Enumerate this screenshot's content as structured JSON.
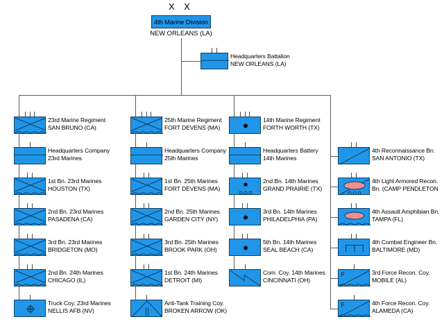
{
  "meta": {
    "title": "4th Marine Division organizational chart",
    "colors": {
      "symbol_fill": "#2196e8",
      "symbol_stroke": "#0d3f63",
      "connector": "#5a5a5a",
      "amphib_vehicle": "#ef8f8f",
      "background": "#ffffff",
      "text": "#000000"
    }
  },
  "root": {
    "echelon_tag": "X X",
    "name": "4th Marine Division",
    "location": "NEW ORLEANS (LA)",
    "symbol": "headquarters-box"
  },
  "hq_battalion": {
    "name": "Headquarters Battalion",
    "location": "NEW ORLEANS (LA)",
    "symbol": "headquarters-battalion-icon",
    "echelon_ticks": 2
  },
  "columns": [
    {
      "id": "col-23rd-marines",
      "header": {
        "name": "23rd Marine Regiment",
        "location": "SAN BRUNO (CA)",
        "symbol": "infantry-amphibious-icon",
        "echelon_ticks": 3
      },
      "units": [
        {
          "name": "Headquarters Company",
          "location": "23rd Marines",
          "symbol": "headquarters-company-icon",
          "echelon_ticks": 1
        },
        {
          "name": "1st Bn. 23rd Marines",
          "location": "HOUSTON (TX)",
          "symbol": "infantry-amphibious-icon",
          "echelon_ticks": 2
        },
        {
          "name": "2nd Bn. 23rd Marines",
          "location": "PASADENA (CA)",
          "symbol": "infantry-amphibious-icon",
          "echelon_ticks": 2
        },
        {
          "name": "3rd Bn. 23rd Marines",
          "location": "BRIDGETON (MO)",
          "symbol": "infantry-amphibious-icon",
          "echelon_ticks": 2
        },
        {
          "name": "2nd Bn. 24th Marines",
          "location": "CHICAGO (IL)",
          "symbol": "infantry-amphibious-icon",
          "echelon_ticks": 2
        },
        {
          "name": "Truck Coy. 23rd Marines",
          "location": "NELLIS AFB (NV)",
          "symbol": "transport-wheel-icon",
          "echelon_ticks": 1
        }
      ]
    },
    {
      "id": "col-25th-marines",
      "header": {
        "name": "25th Marine Regiment",
        "location": "FORT DEVENS (MA)",
        "symbol": "infantry-amphibious-icon",
        "echelon_ticks": 3
      },
      "units": [
        {
          "name": "Headquarters Company",
          "location": "25th Marines",
          "symbol": "headquarters-company-icon",
          "echelon_ticks": 1
        },
        {
          "name": "1st Bn. 25th Marines",
          "location": "FORT DEVENS (MA)",
          "symbol": "infantry-amphibious-icon",
          "echelon_ticks": 2
        },
        {
          "name": "2nd Bn. 25th Marines",
          "location": "GARDEN CITY (NY)",
          "symbol": "infantry-amphibious-icon",
          "echelon_ticks": 2
        },
        {
          "name": "3rd Bn. 25th Marines",
          "location": "BROOK PARK (OH)",
          "symbol": "infantry-amphibious-icon",
          "echelon_ticks": 2
        },
        {
          "name": "1st Bn. 24th Marines",
          "location": "DETROIT (MI)",
          "symbol": "infantry-amphibious-icon",
          "echelon_ticks": 2
        },
        {
          "name": "Anti-Tank Training Coy.",
          "location": "BROKEN ARROW (OK)",
          "symbol": "anti-tank-icon",
          "echelon_ticks": 1
        }
      ]
    },
    {
      "id": "col-14th-marines",
      "header": {
        "name": "14th Marine Regiment",
        "location": "FORTH WORTH (TX)",
        "symbol": "artillery-icon",
        "echelon_ticks": 3
      },
      "units": [
        {
          "name": "Headquarters Battery",
          "location": "14th Marines",
          "symbol": "headquarters-company-icon",
          "echelon_ticks": 1
        },
        {
          "name": "2nd Bn. 14th Marines",
          "location": "GRAND PRAIRIE (TX)",
          "symbol": "artillery-self-propelled-icon",
          "echelon_ticks": 2
        },
        {
          "name": "3rd Bn. 14th Marines",
          "location": "PHILADELPHIA (PA)",
          "symbol": "artillery-icon",
          "echelon_ticks": 2
        },
        {
          "name": "5th Bn. 14th Marines",
          "location": "SEAL BEACH (CA)",
          "symbol": "artillery-icon",
          "echelon_ticks": 2
        },
        {
          "name": "Com. Coy. 14th Marines",
          "location": "CINCINNATI (OH)",
          "symbol": "signal-icon",
          "echelon_ticks": 1
        }
      ]
    },
    {
      "id": "col-division-troops",
      "header": null,
      "units": [
        {
          "name": "4th Reconnaissance Bn.",
          "location": "SAN ANTONIO (TX)",
          "symbol": "reconnaissance-icon",
          "echelon_ticks": 2
        },
        {
          "name": "4th Light Armored Recon.",
          "location": "Bn. (CAMP PENDLETON",
          "symbol": "light-armored-recon-icon",
          "echelon_ticks": 2
        },
        {
          "name": "4th Assault Amphibian Bn.",
          "location": "TAMPA (FL)",
          "symbol": "assault-amphibian-icon",
          "echelon_ticks": 2
        },
        {
          "name": "4th Combat Engineer Bn.",
          "location": "BALTIMORE (MD)",
          "symbol": "combat-engineer-icon",
          "echelon_ticks": 2
        },
        {
          "name": "3rd Force Recon. Coy.",
          "location": "MOBILE (AL)",
          "symbol": "force-recon-icon",
          "echelon_ticks": 1,
          "badge": "F"
        },
        {
          "name": "4th Force Recon. Coy.",
          "location": "ALAMEDA (CA)",
          "symbol": "force-recon-icon",
          "echelon_ticks": 1,
          "badge": "F"
        }
      ]
    }
  ]
}
